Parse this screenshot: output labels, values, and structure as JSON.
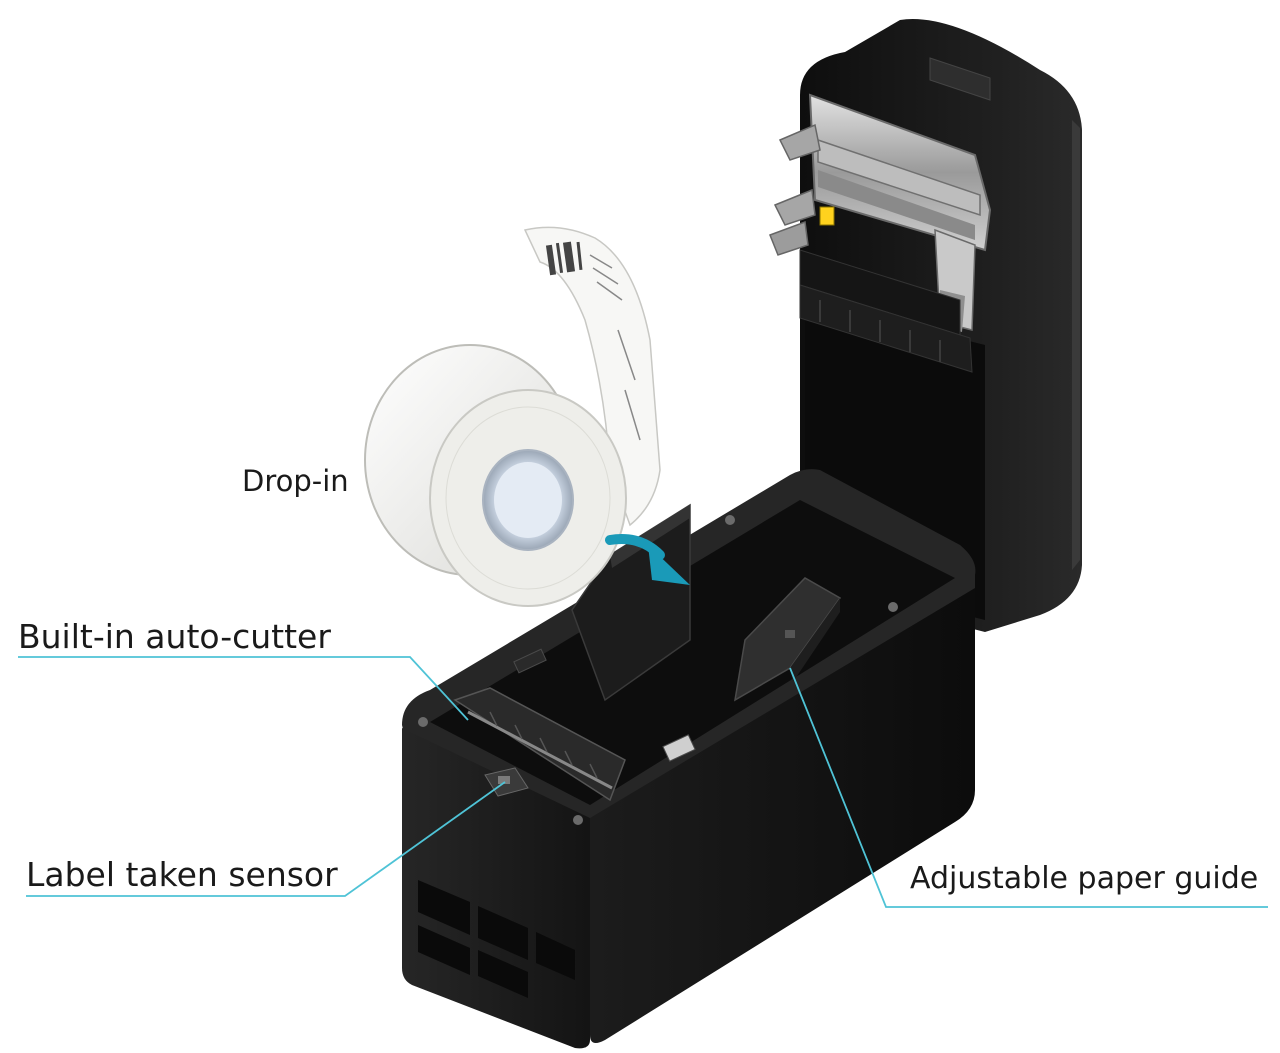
{
  "labels": {
    "drop_in": "Drop-in",
    "auto_cutter": "Built-in auto-cutter",
    "label_sensor": "Label taken sensor",
    "paper_guide": "Adjustable paper guide"
  },
  "colors": {
    "leader_line": "#4fc3d6",
    "arrow": "#1a9ab8",
    "printer_body": "#1b1b1b",
    "label_roll": "#f4f4f1",
    "text": "#1a1a1a"
  }
}
